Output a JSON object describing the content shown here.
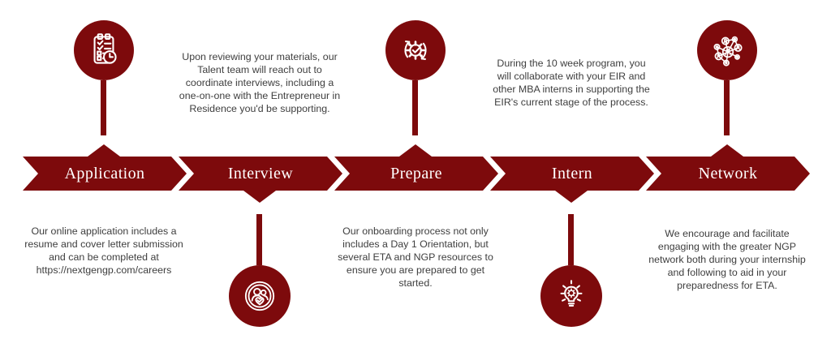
{
  "colors": {
    "maroon": "#7D0A0C",
    "description_text": "#3E3E3E",
    "label_text": "#FFFFFF",
    "background": "#FFFFFF"
  },
  "stages": [
    {
      "label": "Application",
      "icon": "clipboard-checklist-clock-icon",
      "icon_position": "top",
      "description_position": "bottom",
      "description": "Our online application includes a\nresume and cover letter submission\nand can be completed at\nhttps://nextgengp.com/careers"
    },
    {
      "label": "Interview",
      "icon": "people-check-icon",
      "icon_position": "bottom",
      "description_position": "top",
      "description": "Upon reviewing your materials, our\nTalent team will reach out to\ncoordinate interviews, including a\none-on-one with the Entrepreneur in\nResidence you'd be supporting."
    },
    {
      "label": "Prepare",
      "icon": "gear-cycle-check-icon",
      "icon_position": "top",
      "description_position": "bottom",
      "description": "Our onboarding process not only\nincludes a Day 1 Orientation, but\nseveral ETA and NGP resources to\nensure you are prepared to get\nstarted."
    },
    {
      "label": "Intern",
      "icon": "lightbulb-gear-icon",
      "icon_position": "bottom",
      "description_position": "top",
      "description": "During the 10 week program, you\nwill collaborate with your EIR and\nother MBA interns in supporting the\nEIR's current stage of the process."
    },
    {
      "label": "Network",
      "icon": "people-network-icon",
      "icon_position": "top",
      "description_position": "bottom",
      "description": "We encourage and facilitate\nengaging with the greater NGP\nnetwork both during your internship\nand following to aid in your\npreparedness for ETA."
    }
  ]
}
